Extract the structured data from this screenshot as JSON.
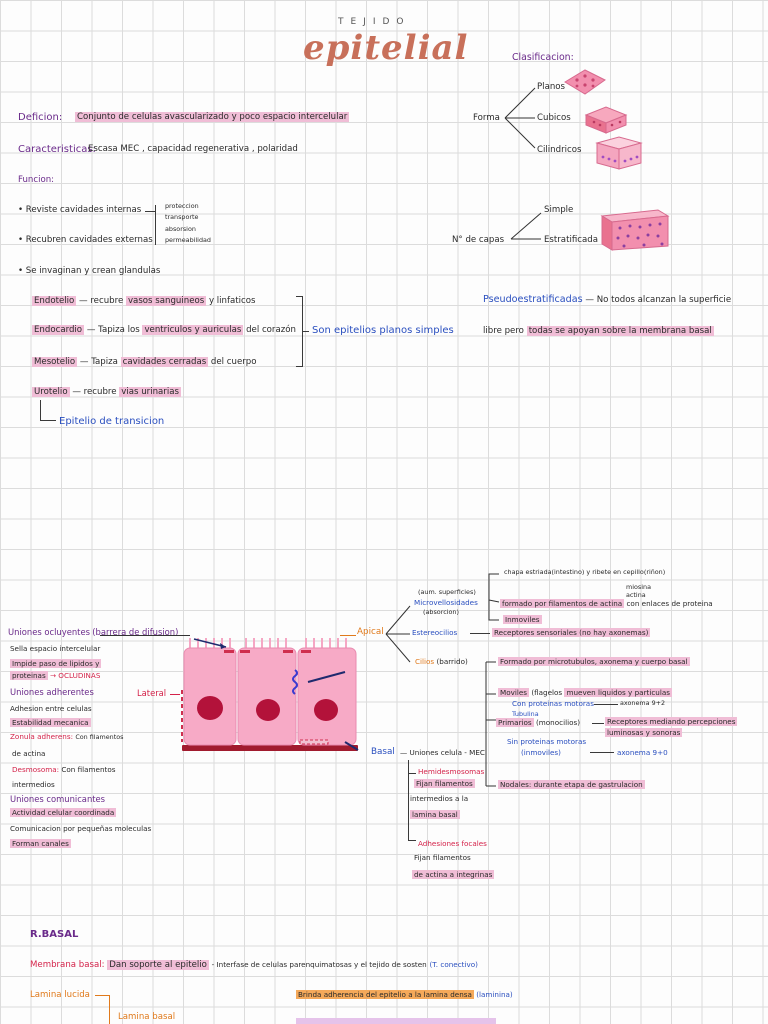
{
  "header": {
    "subtitle": "TEJIDO",
    "title": "epitelial"
  },
  "definicion": {
    "label": "Deficion:",
    "text": "Conjunto de celulas avascularizado y poco espacio intercelular"
  },
  "caracteristicas": {
    "label": "Caracteristicas:",
    "text": "Escasa MEC , capacidad regenerativa , polaridad"
  },
  "funcion": {
    "label": "Funcion:",
    "items": [
      "• Reviste cavidades internas",
      "• Recubren cavidades externas",
      "• Se invaginan y crean glandulas"
    ],
    "brace_items": [
      "proteccion",
      "transporte",
      "absorsion",
      "permeabilidad"
    ]
  },
  "clasificacion": {
    "label": "Clasificacion:",
    "forma": {
      "label": "Forma",
      "items": [
        "Planos",
        "Cubicos",
        "Cilindricos"
      ]
    },
    "capas": {
      "label": "N° de capas",
      "items": [
        "Simple",
        "Estratificada"
      ]
    }
  },
  "epitelios": {
    "rows": [
      {
        "name": "Endotelio",
        "dash": "— recubre",
        "hl": "vasos sanguineos",
        "rest": "y linfaticos"
      },
      {
        "name": "Endocardio",
        "dash": "— Tapiza los",
        "hl": "ventriculos y auriculas",
        "rest": "del corazón"
      },
      {
        "name": "Mesotelio",
        "dash": "— Tapiza",
        "hl": "cavidades cerradas",
        "rest": "del cuerpo"
      },
      {
        "name": "Urotelio",
        "dash": "— recubre",
        "hl": "vias urinarias",
        "rest": ""
      }
    ],
    "summary": "Son epitelios planos simples",
    "transicion": "Epitelio de transicion"
  },
  "pseudo": {
    "term": "Pseudoestratificadas",
    "line1": "— No todos alcanzan la superficie",
    "line2a": "libre pero",
    "line2b": "todas se apoyan sobre la membrana basal"
  },
  "uniones": {
    "ocluyentes": "Uniones ocluyentes",
    "ocluyentes_note": "(barrera de difusion)",
    "sella": "Sella espacio intercelular",
    "impide1": "Impide paso de lipidos y",
    "impide2": "proteinas",
    "ocludinas": "→ OCLUDINAS",
    "adherentes": "Uniones adherentes",
    "adhesion": "Adhesion entre celulas",
    "estabilidad": "Estabilidad mecanica",
    "zonula": "Zonula adherens:",
    "zonula_rest": "Con filamentos",
    "de_actina": "de actina",
    "desmosoma": "Desmosoma:",
    "desmosoma_rest": "Con filamentos",
    "intermedios": "intermedios",
    "comunicantes": "Uniones comunicantes",
    "actividad": "Actividad celular coordinada",
    "comunicacion": "Comunicacion por pequeñas moleculas",
    "canales": "Forman canales"
  },
  "diagram": {
    "lateral": "Lateral",
    "apical": "Apical",
    "basal": "Basal"
  },
  "apical": {
    "aum": "(aum. superficies)",
    "micro": "Microvellosidades",
    "absorcion": "(absorcion)",
    "chapa": "chapa estriada(intestino) y ribete en cepillo(riñon)",
    "miosina": "miosina",
    "actina_sup": "actina",
    "formado": "formado por filamentos de actina",
    "enlaces": "con enlaces de proteina",
    "inmoviles": "Inmoviles",
    "estereocilios": "Estereocilios",
    "receptores": "Receptores sensoriales (no hay axonemas)",
    "cilios": "Cilios",
    "barrido": "(barrido)",
    "formado_micro": "Formado por microtubulos, axonema y cuerpo basal",
    "moviles": "Moviles",
    "flagelos": "(flagelos",
    "mueven": "mueven liquidos y particulas",
    "con_prot": "Con proteinas motoras",
    "axonema92": "axonema 9+2",
    "tubulina": "Tubulina",
    "primarios": "Primarios",
    "monocilios": "(monocilios)",
    "receptores_med": "Receptores mediando percepciones",
    "luminosas": "luminosas y sonoras",
    "sin_prot": "Sin proteinas motoras",
    "inmoviles2": "(inmoviles)",
    "axonema90": "axonema 9+0",
    "nodales": "Nodales: durante etapa de gastrulacion"
  },
  "basal": {
    "uniones": "— Uniones celula - MEC",
    "hemides": "Hemidesmosomas",
    "fijan": "Fijan filamentos",
    "intermedios": "intermedios a la",
    "lamina": "lamina basal",
    "adhesiones": "Adhesiones focales",
    "fijan2": "Fijan filamentos",
    "actina": "de actina a integrinas"
  },
  "rbasal": {
    "heading": "R.BASAL",
    "membrana": "Membrana basal:",
    "dan": "Dan soporte al epitelio",
    "interfase": "- Interfase de celulas parenquimatosas y el tejido de sosten",
    "tconectivo": "(T. conectivo)",
    "lucida": "Lamina lucida",
    "lamina_basal": "Lamina basal",
    "brinda": "Brinda adherencia del epitelio a la lamina densa",
    "laminina": "(laminina)"
  },
  "colors": {
    "purple": "#6a2a8a",
    "blue": "#2a4fbf",
    "pink_highlight": "#f0bdd6",
    "title": "#c8705a",
    "red": "#d4234a"
  }
}
